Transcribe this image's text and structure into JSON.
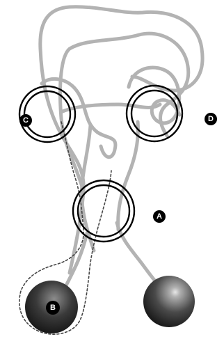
{
  "labels": {
    "ring_a": "A",
    "ball_b": "B",
    "ring_c": "C",
    "ring_d": "D"
  },
  "colors": {
    "rope": "#b3b3b3",
    "ring": "#000000",
    "ball_dark": "#1a1a1a",
    "ball_light": "#9a9a9a",
    "badge": "#000000"
  }
}
